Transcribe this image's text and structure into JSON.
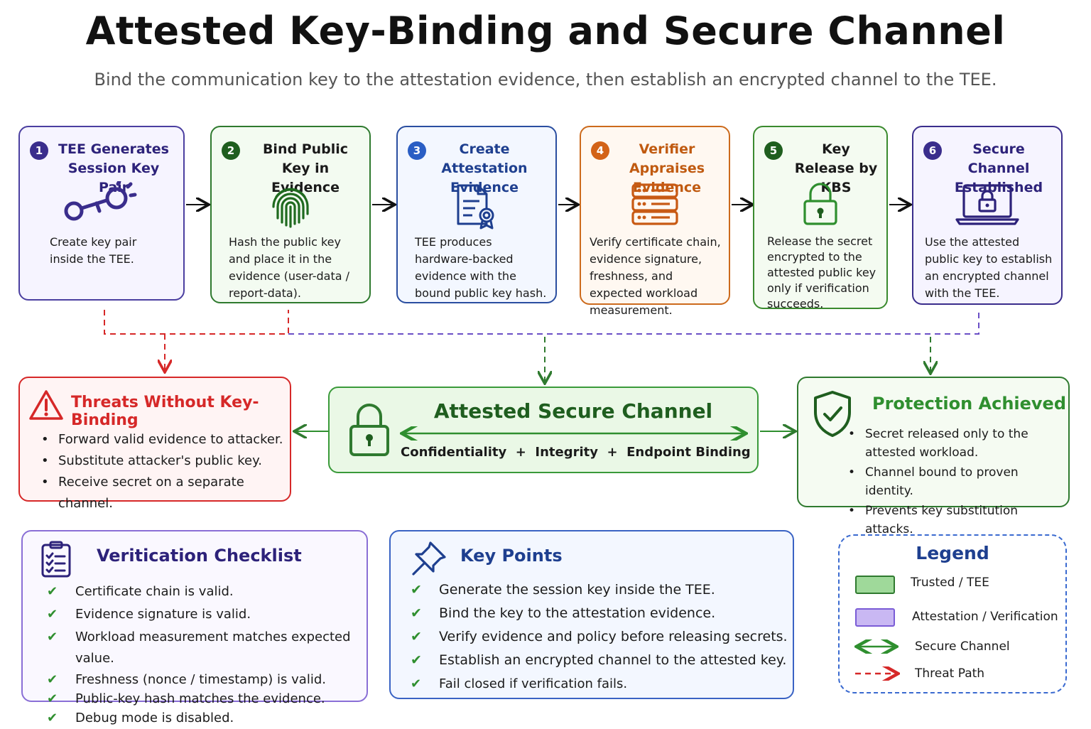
{
  "header": {
    "title": "Attested Key-Binding and Secure Channel",
    "subtitle": "Bind the communication key to the attestation evidence, then establish an encrypted channel to the TEE."
  },
  "steps": [
    {
      "num": "1",
      "title": "TEE Generates Session Key Pair",
      "desc": "Create key pair inside the TEE.",
      "icon": "key-icon"
    },
    {
      "num": "2",
      "title": "Bind Public Key in Evidence",
      "desc": "Hash the public key and place it in the evidence (user-data / report-data).",
      "icon": "fingerprint-icon"
    },
    {
      "num": "3",
      "title": "Create Attestation Evidence",
      "desc": "TEE produces hardware-backed evidence with the bound public key hash.",
      "icon": "certificate-document-icon"
    },
    {
      "num": "4",
      "title": "Verifier Appraises Evidence",
      "desc": "Verify certificate chain, evidence signature, freshness, and expected workload measurement.",
      "icon": "server-icon"
    },
    {
      "num": "5",
      "title": "Key Release by KBS",
      "desc": "Release the secret encrypted to the attested public key only if verification succeeds.",
      "icon": "padlock-icon"
    },
    {
      "num": "6",
      "title": "Secure Channel Established",
      "desc": "Use the attested public key to establish an encrypted channel with the TEE.",
      "icon": "laptop-lock-icon"
    }
  ],
  "threats": {
    "title": "Threats Without Key-Binding",
    "items": [
      "Forward valid evidence to attacker.",
      "Substitute attacker's public key.",
      "Receive secret on a separate channel."
    ]
  },
  "channel": {
    "title": "Attested Secure Channel",
    "properties": "Confidentiality  +  Integrity  +  Endpoint Binding"
  },
  "protection": {
    "title": "Protection Achieved",
    "items": [
      "Secret released only to the attested workload.",
      "Channel bound to proven identity.",
      "Prevents key substitution attacks."
    ]
  },
  "checklist": {
    "title": "Veritication Checklist",
    "items": [
      "Certificate chain is valid.",
      "Evidence signature is valid.",
      "Workload measurement matches expected value.",
      "Freshness (nonce / timestamp) is valid.",
      "Public-key hash matches the evidence.",
      "Debug mode is disabled."
    ]
  },
  "key_points": {
    "title": "Key Points",
    "items": [
      "Generate the session key inside the TEE.",
      "Bind the key to the attestation evidence.",
      "Verify evidence and policy before releasing secrets.",
      "Establish an encrypted channel to the attested key.",
      "Fail closed if verification fails."
    ]
  },
  "legend": {
    "title": "Legend",
    "items": [
      "Trusted / TEE",
      "Attestation / Verification",
      "Secure Channel",
      "Threat Path"
    ]
  },
  "colors": {
    "trusted": "#3a9a3a",
    "attestation": "#7a5cd6",
    "threat": "#d62828",
    "channel": "#2f8f2f"
  }
}
